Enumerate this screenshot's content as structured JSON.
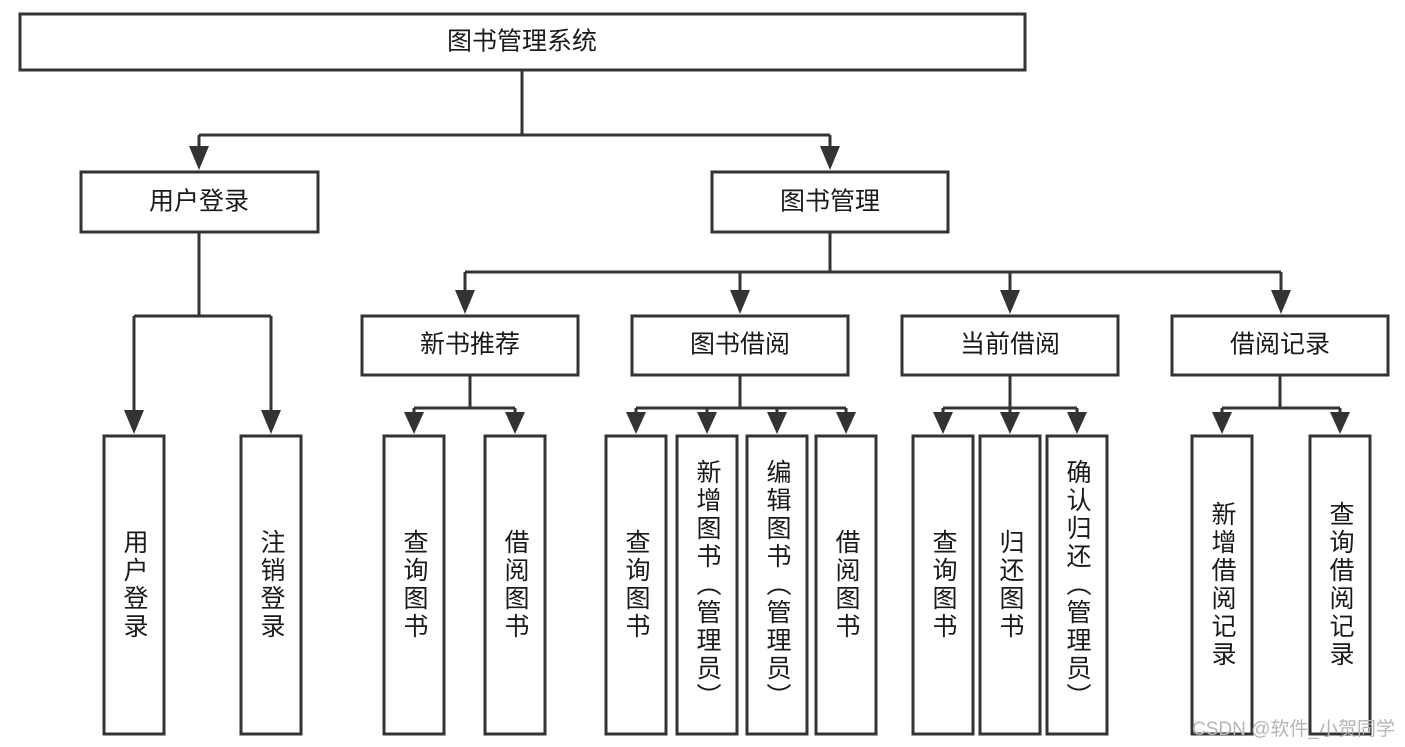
{
  "diagram": {
    "type": "tree-hierarchy-diagram",
    "title": "图书管理系统",
    "orientation": "top-down",
    "theme": {
      "background": "#ffffff",
      "node_fill": "#ffffff",
      "node_stroke": "#333333",
      "text_color": "#1a1a1a",
      "watermark_color": "#b5b5b5"
    },
    "levels": [
      {
        "level": 0,
        "nodes": [
          {
            "id": "root",
            "label": "图书管理系统",
            "orientation": "horizontal"
          }
        ]
      },
      {
        "level": 1,
        "nodes": [
          {
            "id": "login",
            "label": "用户登录",
            "orientation": "horizontal",
            "parent": "root"
          },
          {
            "id": "bookmgmt",
            "label": "图书管理",
            "orientation": "horizontal",
            "parent": "root"
          }
        ]
      },
      {
        "level": 2,
        "nodes": [
          {
            "id": "newbook",
            "label": "新书推荐",
            "orientation": "horizontal",
            "parent": "bookmgmt"
          },
          {
            "id": "borrow",
            "label": "图书借阅",
            "orientation": "horizontal",
            "parent": "bookmgmt"
          },
          {
            "id": "current",
            "label": "当前借阅",
            "orientation": "horizontal",
            "parent": "bookmgmt"
          },
          {
            "id": "records",
            "label": "借阅记录",
            "orientation": "horizontal",
            "parent": "bookmgmt"
          }
        ]
      },
      {
        "level": 3,
        "nodes": [
          {
            "id": "leaf-1",
            "label": "用户登录",
            "orientation": "vertical",
            "parent": "login"
          },
          {
            "id": "leaf-2",
            "label": "注销登录",
            "orientation": "vertical",
            "parent": "login"
          },
          {
            "id": "leaf-3",
            "label": "查询图书",
            "orientation": "vertical",
            "parent": "newbook"
          },
          {
            "id": "leaf-4",
            "label": "借阅图书",
            "orientation": "vertical",
            "parent": "newbook"
          },
          {
            "id": "leaf-5",
            "label": "查询图书",
            "orientation": "vertical",
            "parent": "borrow"
          },
          {
            "id": "leaf-6",
            "label": "新增图书（管理员）",
            "orientation": "vertical",
            "parent": "borrow"
          },
          {
            "id": "leaf-7",
            "label": "编辑图书（管理员）",
            "orientation": "vertical",
            "parent": "borrow"
          },
          {
            "id": "leaf-8",
            "label": "借阅图书",
            "orientation": "vertical",
            "parent": "borrow"
          },
          {
            "id": "leaf-9",
            "label": "查询图书",
            "orientation": "vertical",
            "parent": "current"
          },
          {
            "id": "leaf-10",
            "label": "归还图书",
            "orientation": "vertical",
            "parent": "current"
          },
          {
            "id": "leaf-11",
            "label": "确认归还（管理员）",
            "orientation": "vertical",
            "parent": "current"
          },
          {
            "id": "leaf-12",
            "label": "新增借阅记录",
            "orientation": "vertical",
            "parent": "records"
          },
          {
            "id": "leaf-13",
            "label": "查询借阅记录",
            "orientation": "vertical",
            "parent": "records"
          }
        ]
      }
    ]
  },
  "watermark": {
    "text": "CSDN @软件_小贺同学"
  }
}
